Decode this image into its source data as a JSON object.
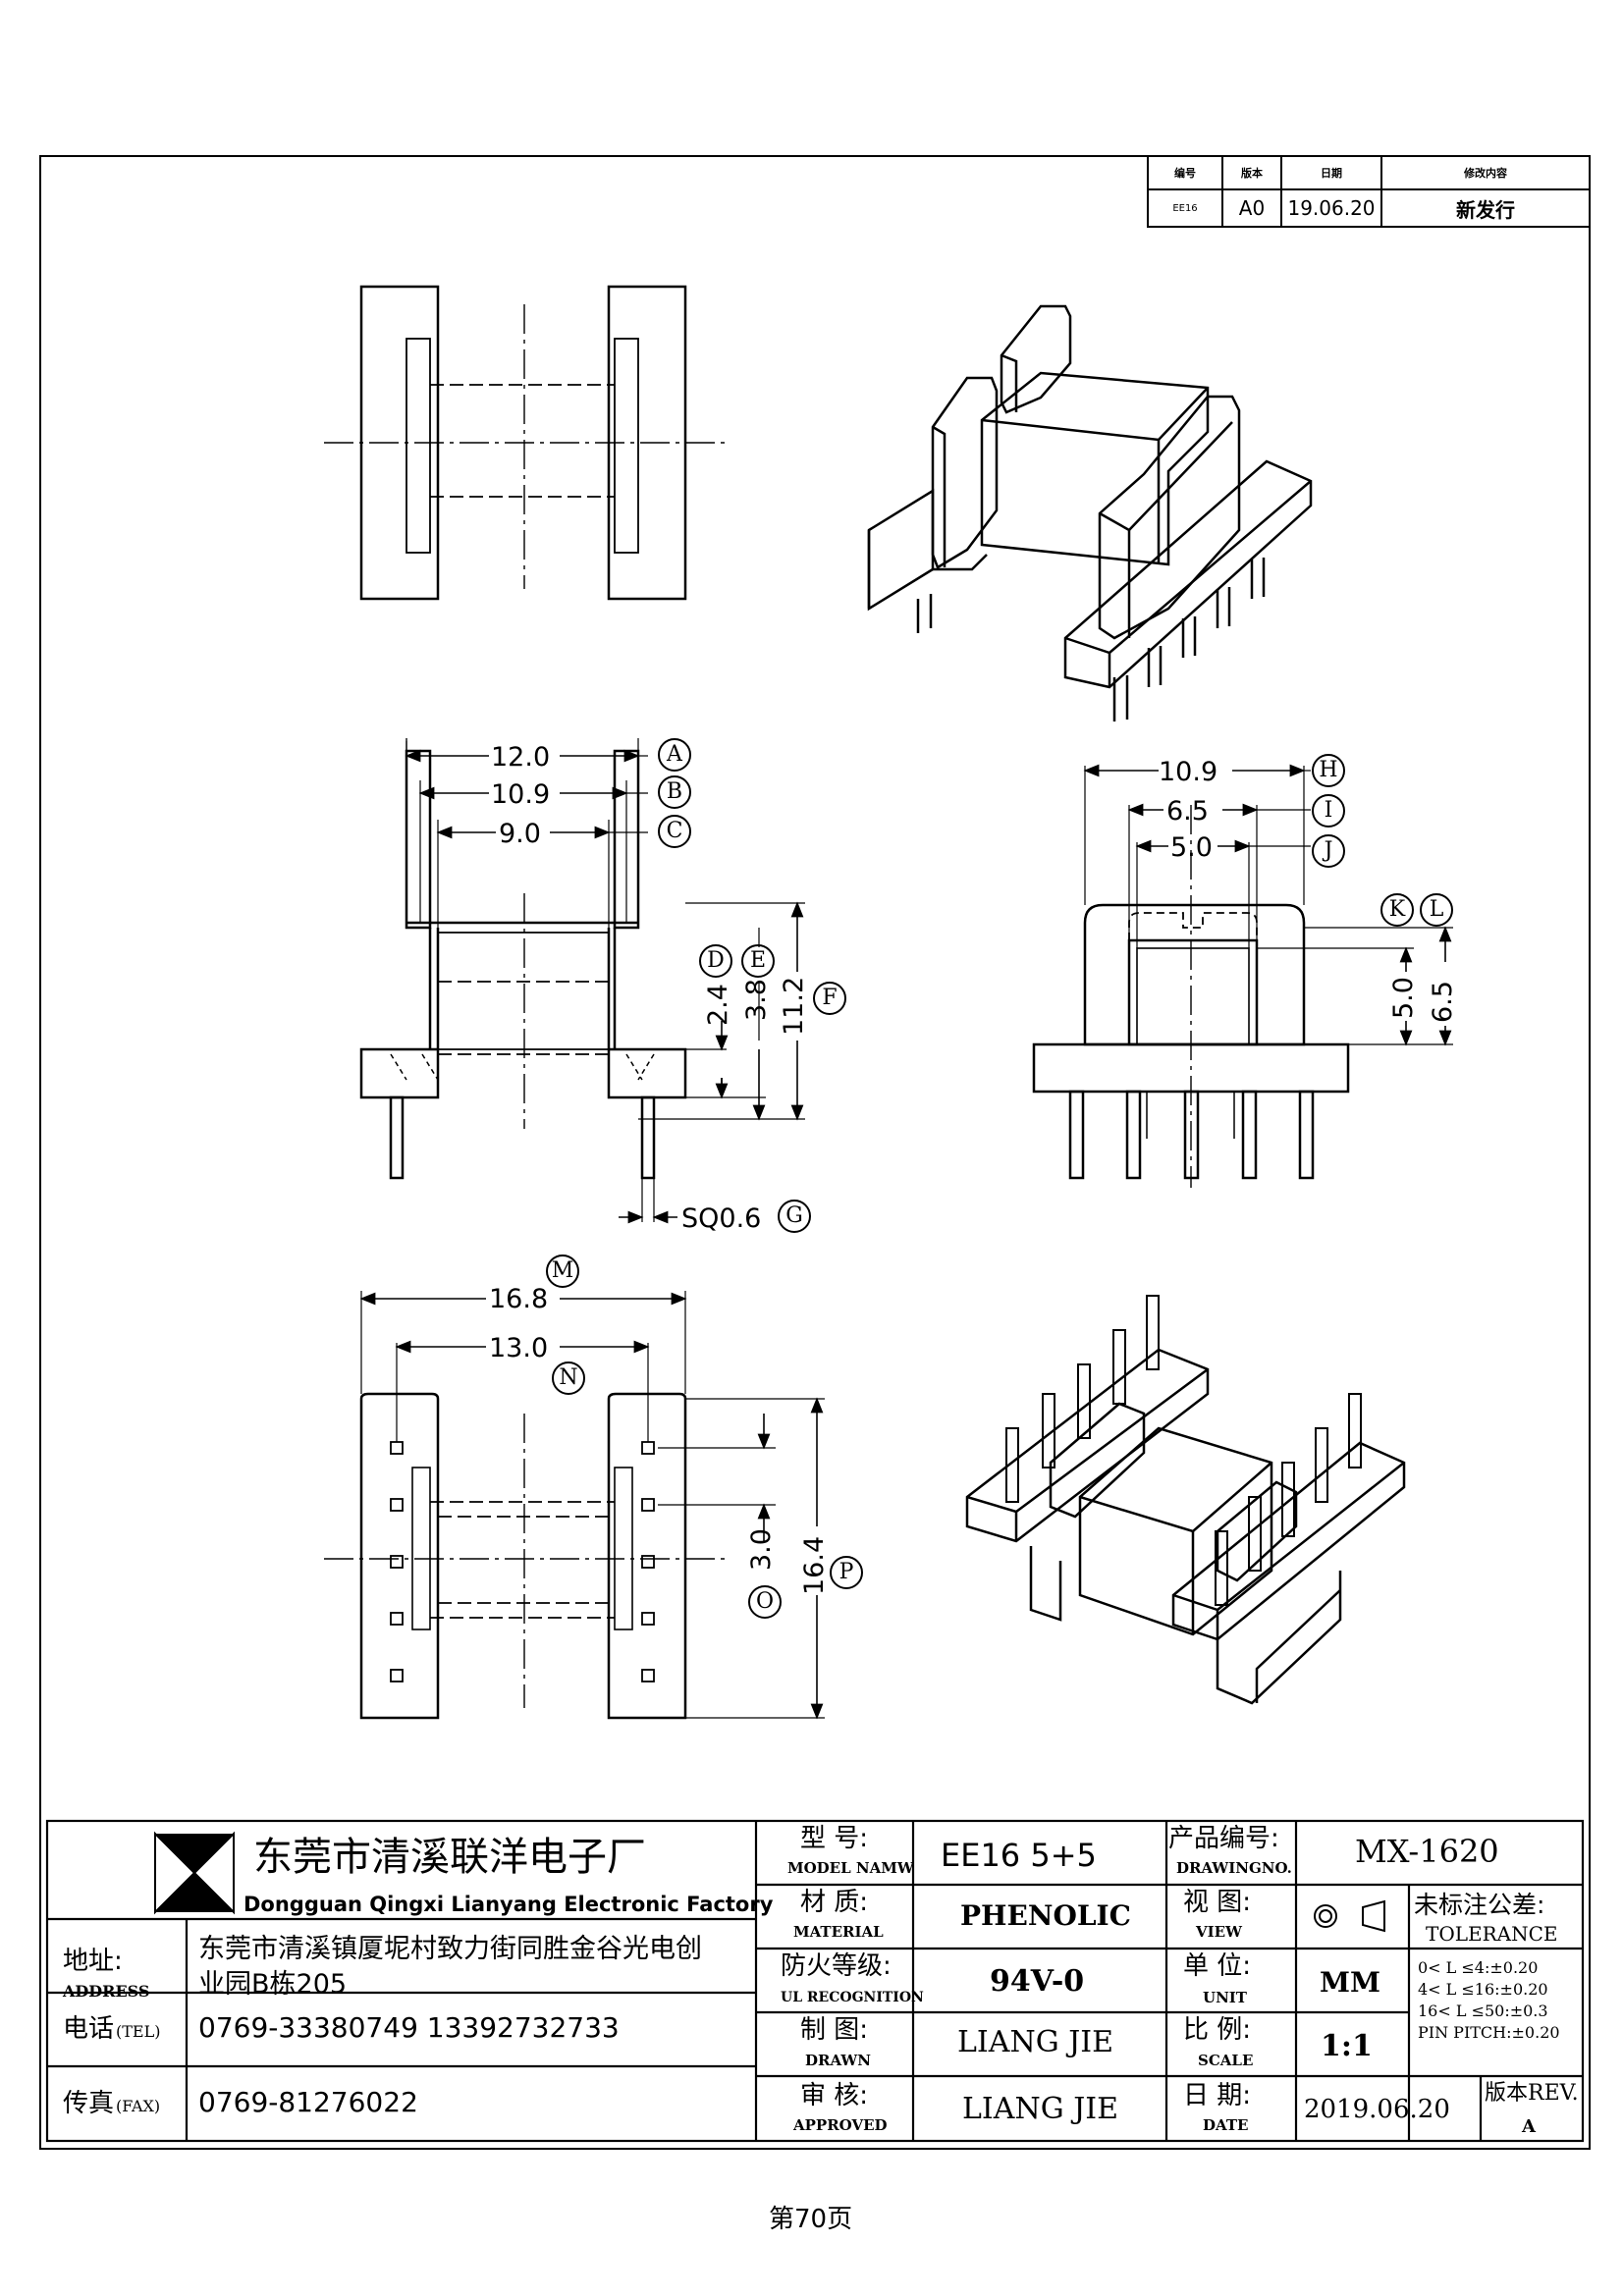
{
  "revision_table": {
    "headers": [
      "编号",
      "版本",
      "日期",
      "修改内容"
    ],
    "row": [
      "EE16",
      "A0",
      "19.06.20",
      "新发行"
    ]
  },
  "dimensions": {
    "A": "12.0",
    "B": "10.9",
    "C": "9.0",
    "D": "2.4",
    "E": "3.8",
    "F": "11.2",
    "G": "SQ0.6",
    "H": "10.9",
    "I": "6.5",
    "J": "5.0",
    "K": "5.0",
    "L": "6.5",
    "M": "16.8",
    "N": "13.0",
    "O": "3.0",
    "P": "16.4"
  },
  "callouts": {
    "A": "A",
    "B": "B",
    "C": "C",
    "D": "D",
    "E": "E",
    "F": "F",
    "G": "G",
    "H": "H",
    "I": "I",
    "J": "J",
    "K": "K",
    "L": "L",
    "M": "M",
    "N": "N",
    "O": "O",
    "P": "P"
  },
  "company": {
    "name_cn": "东莞市清溪联洋电子厂",
    "name_en": "Dongguan Qingxi Lianyang Electronic Factory",
    "address_label": "地址:",
    "address_label_en": "ADDRESS",
    "address_line1": "东莞市清溪镇厦坭村致力街同胜金谷光电创",
    "address_line2": "业园B栋205",
    "tel_label": "电话",
    "tel_label_en": "(TEL)",
    "tel": "0769-33380749    13392732733",
    "fax_label": "传真",
    "fax_label_en": "(FAX)",
    "fax": "0769-81276022"
  },
  "spec": {
    "model_label": "型 号:",
    "model_label_en": "MODEL NAMW",
    "model": "EE16 5+5",
    "material_label": "材 质:",
    "material_label_en": "MATERIAL",
    "material": "PHENOLIC",
    "ul_label": "防火等级:",
    "ul_label_en": "UL RECOGNITION",
    "ul": "94V-0",
    "drawn_label": "制 图:",
    "drawn_label_en": "DRAWN",
    "drawn": "LIANG JIE",
    "approved_label": "审 核:",
    "approved_label_en": "APPROVED",
    "approved": "LIANG JIE",
    "drawing_no_label": "产品编号:",
    "drawing_no_label_en": "DRAWINGNO.",
    "drawing_no": "MX-1620",
    "view_label": "视 图:",
    "view_label_en": "VIEW",
    "unit_label": "单 位:",
    "unit_label_en": "UNIT",
    "unit": "MM",
    "scale_label": "比 例:",
    "scale_label_en": "SCALE",
    "scale": "1:1",
    "date_label": "日 期:",
    "date_label_en": "DATE",
    "date": "2019.06.20",
    "rev_label": "版本REV.",
    "rev": "A",
    "tolerance_title": "未标注公差:",
    "tolerance_en": "TOLERANCE",
    "tol1": "0< L ≤4:±0.20",
    "tol2": "4< L ≤16:±0.20",
    "tol3": "16< L ≤50:±0.3",
    "tol4": "PIN PITCH:±0.20"
  },
  "page_number": "第70页"
}
